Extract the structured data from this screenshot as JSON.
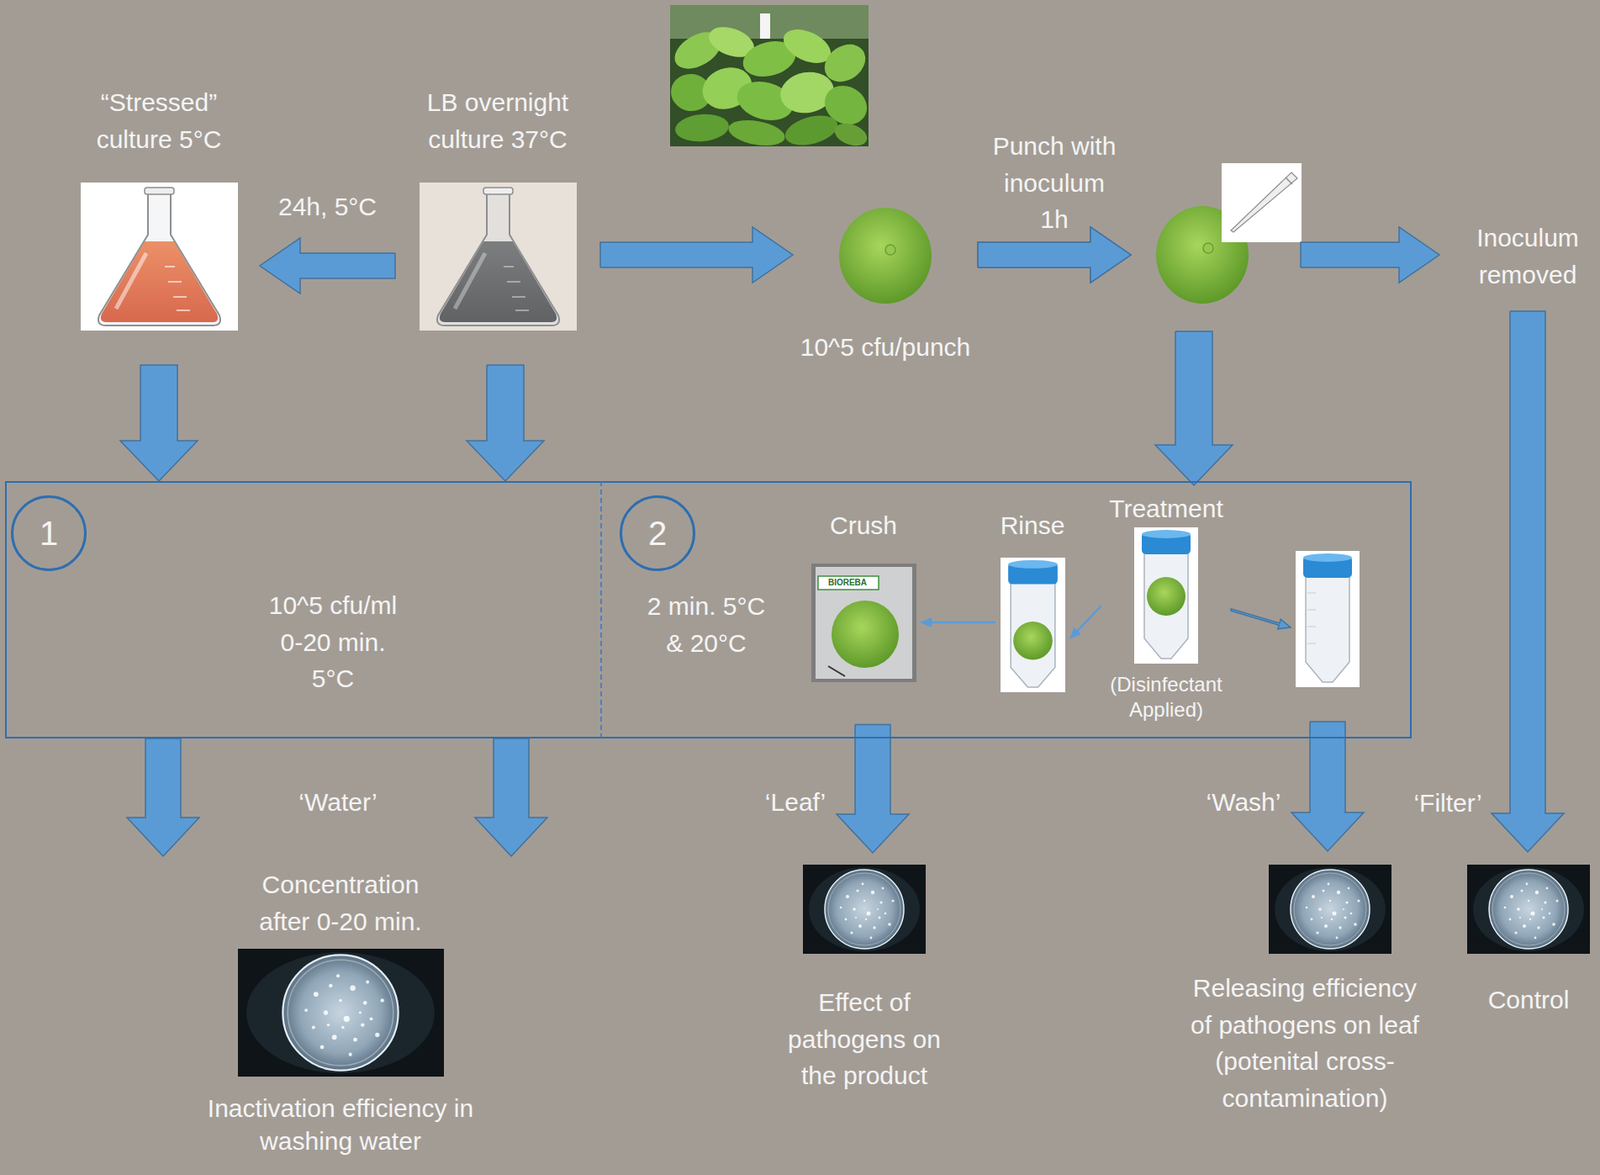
{
  "diagram": {
    "nodes": [
      {
        "text": [
          "“Stressed” culture 5°C"
        ]
      },
      {
        "text": [
          "LB overnight culture 37°C"
        ]
      },
      {
        "text": [
          "10^5 cfu/punch"
        ]
      },
      {
        "text": [
          "Inoculum removed"
        ]
      },
      {
        "text": [
          "10^5 cfu/ml 0-20 min. 5°C"
        ]
      },
      {
        "text": [
          "1"
        ],
        "in": 4
      },
      {
        "text": [
          "2 min. 5°C & 20°C"
        ]
      },
      {
        "text": [
          "2"
        ],
        "in": 6
      },
      {
        "text": [
          "Crush"
        ],
        "in": 6
      },
      {
        "text": [
          "Rinse"
        ],
        "in": 6
      },
      {
        "text": [
          "Treatment",
          "(Disinfectant Applied)"
        ],
        "in": 6
      },
      {
        "text": [
          "Concentration after 0-20 min.",
          "Inactivation efficiency in washing water"
        ]
      },
      {
        "text": [
          "Effect of pathogens on the product"
        ]
      },
      {
        "text": [
          "Releasing efficiency of pathogens on leaf (potenital cross-contamination)"
        ]
      },
      {
        "text": [
          "Control"
        ]
      }
    ],
    "edges": [
      {
        "from": 1,
        "to": 0,
        "label": "24h, 5°C",
        "arrow": "to"
      },
      {
        "from": 1,
        "to": 2,
        "arrow": "to"
      },
      {
        "from": 2,
        "to": 3,
        "label": "Punch with inoculum 1h",
        "arrow": "to"
      },
      {
        "from": 2,
        "to": 10,
        "arrow": "to"
      },
      {
        "from": 0,
        "to": 4,
        "arrow": "to"
      },
      {
        "from": 1,
        "to": 4,
        "arrow": "to"
      },
      {
        "from": 10,
        "to": 9,
        "arrow": "to"
      },
      {
        "from": 9,
        "to": 8,
        "arrow": "to"
      },
      {
        "from": 4,
        "to": 11,
        "arrow": "to"
      },
      {
        "from": 4,
        "to": 11,
        "label": "‘Water’",
        "arrow": "to"
      },
      {
        "from": 8,
        "to": 12,
        "label": "‘Leaf’",
        "arrow": "to"
      },
      {
        "from": 10,
        "to": 13,
        "label": "‘Wash’",
        "arrow": "to"
      },
      {
        "from": 3,
        "to": 14,
        "label": "‘Filter’",
        "arrow": "to"
      }
    ],
    "labels": [
      "BIOREBA"
    ]
  }
}
